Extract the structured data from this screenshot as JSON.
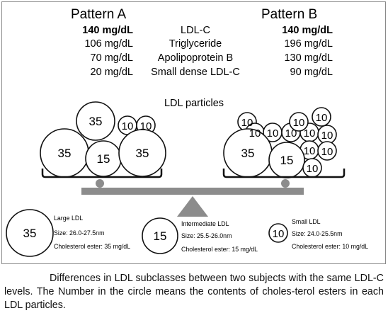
{
  "patterns": {
    "a": {
      "title": "Pattern A",
      "values": [
        "140 mg/dL",
        "106 mg/dL",
        "70 mg/dL",
        "20 mg/dL"
      ]
    },
    "b": {
      "title": "Pattern B",
      "values": [
        "140 mg/dL",
        "196 mg/dL",
        "130 mg/dL",
        "90 mg/dL"
      ]
    }
  },
  "measures": [
    "LDL-C",
    "Triglyceride",
    "Apolipoprotein B",
    "Small dense LDL-C"
  ],
  "particles_heading": "LDL particles",
  "pattern_a_particles": [
    "35",
    "10",
    "10",
    "35",
    "15",
    "35"
  ],
  "pattern_b_particles": [
    "10",
    "10",
    "10",
    "10",
    "10",
    "10",
    "10",
    "10",
    "10",
    "35",
    "15",
    "10",
    "10"
  ],
  "legend": [
    {
      "value": "35",
      "name": "Large LDL",
      "size": "Size: 26.0-27.5nm",
      "ester": "Cholesterol ester: 35 mg/dL"
    },
    {
      "value": "15",
      "name": "Intermediate LDL",
      "size": "Size: 25.5-26.0nm",
      "ester": "Cholesterol ester: 15 mg/dL"
    },
    {
      "value": "10",
      "name": "Small LDL",
      "size": "Size: 24.0-25.5nm",
      "ester": "Cholesterol ester: 10 mg/dL"
    }
  ],
  "caption": "Differences in LDL subclasses between two subjects with the same LDL-C levels. The Number in the circle means the contents of choles-terol esters in each LDL particles.",
  "colors": {
    "stroke": "#111111",
    "beam": "#8c8c8c",
    "frame": "#8a8a8a"
  }
}
